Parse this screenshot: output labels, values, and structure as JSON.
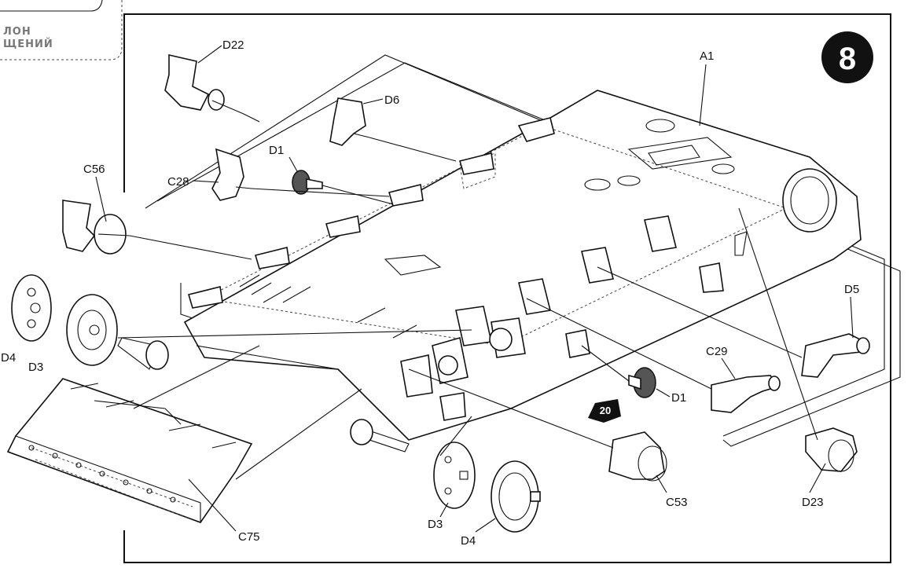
{
  "header_fragment": {
    "line1": "ЛОН",
    "line2": "ЩЕНИЙ"
  },
  "step_badge": {
    "number": "8"
  },
  "reference_star": {
    "number": "20"
  },
  "labels": {
    "D22": "D22",
    "D6": "D6",
    "A1": "A1",
    "D1_top": "D1",
    "C28": "C28",
    "C56": "C56",
    "D4_left": "D4",
    "D3_left": "D3",
    "D5": "D5",
    "C29": "C29",
    "D1_right": "D1",
    "C53": "C53",
    "D23": "D23",
    "C75": "C75",
    "D3_bottom": "D3",
    "D4_bottom": "D4"
  },
  "colors": {
    "ink": "#111111",
    "badge": "#111111",
    "paper": "#ffffff"
  }
}
